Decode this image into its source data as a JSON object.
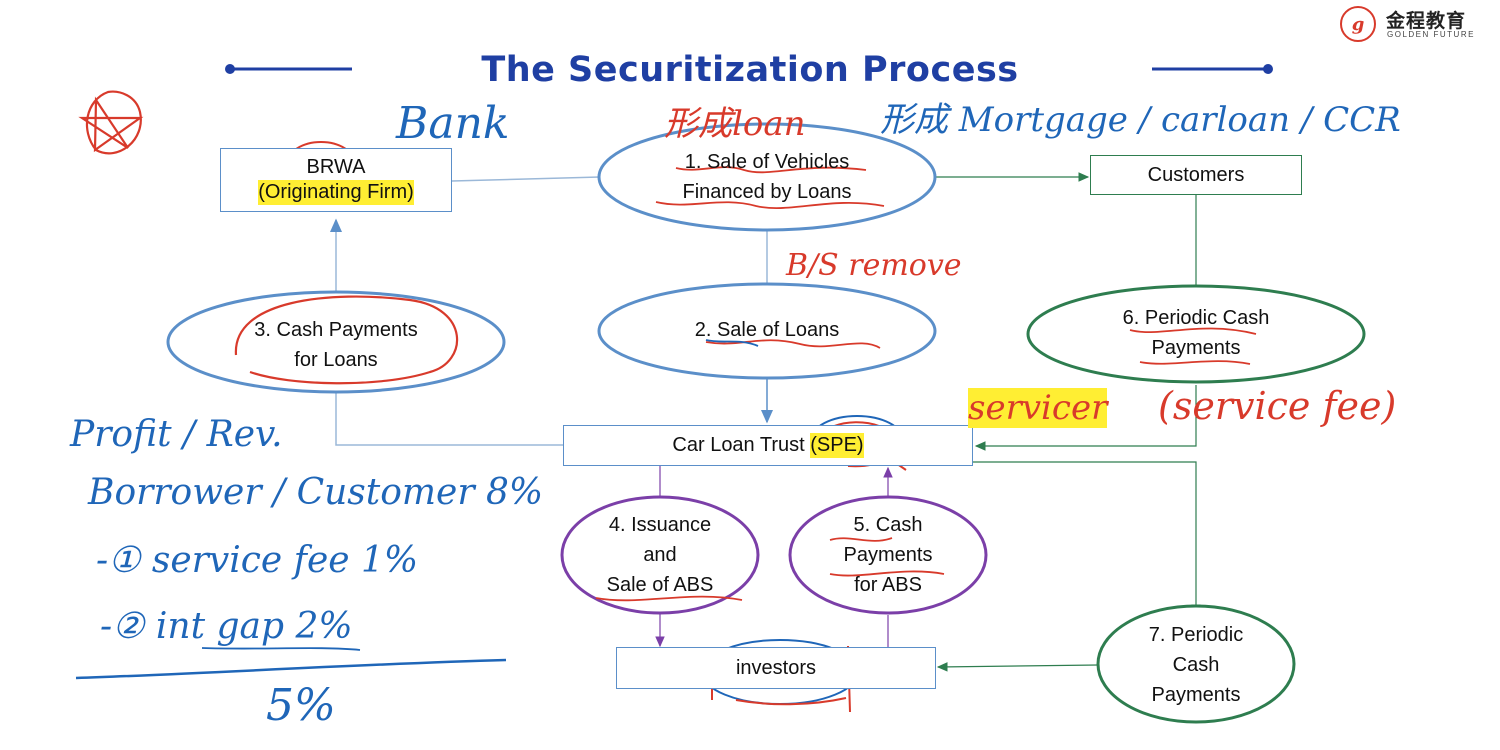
{
  "title": "The Securitization Process",
  "logo": {
    "cn": "金程教育",
    "en": "GOLDEN FUTURE"
  },
  "colors": {
    "title": "#1f3fa3",
    "blue_ellipse": "#5b8fc9",
    "green_ellipse": "#2e7d4f",
    "purple_ellipse": "#7b3fa8",
    "annotation_blue": "#1f66b8",
    "annotation_red": "#d83a2b",
    "highlight": "#ffee33"
  },
  "nodes": {
    "brwa": {
      "line1": "BRWA",
      "line2": "(Originating Firm)"
    },
    "customers": {
      "label": "Customers"
    },
    "trust": {
      "label_main": "Car Loan Trust ",
      "label_spe": "(SPE)"
    },
    "investors": {
      "label": "investors"
    }
  },
  "steps": {
    "s1": {
      "line1": "1. Sale of Vehicles",
      "line2": "Financed by Loans"
    },
    "s2": {
      "line1": "2. Sale of Loans"
    },
    "s3": {
      "line1": "3. Cash Payments",
      "line2": "for Loans"
    },
    "s4": {
      "line1": "4. Issuance",
      "line2": "and",
      "line3": "Sale of ABS"
    },
    "s5": {
      "line1": "5. Cash",
      "line2": "Payments",
      "line3": "for ABS"
    },
    "s6": {
      "line1": "6. Periodic Cash",
      "line2": "Payments"
    },
    "s7": {
      "line1": "7. Periodic",
      "line2": "Cash",
      "line3": "Payments"
    }
  },
  "annotations": {
    "bank": "Bank",
    "loan_cn": "形成loan",
    "mortgage": "形成 Mortgage / carloan / CCR",
    "bs_remove": "B/S remove",
    "servicer": "servicer",
    "service_fee": "(service fee)",
    "profit": "Profit / Rev.",
    "borrower": "Borrower / Customer 8%",
    "service_fee_line": "-① service fee 1%",
    "int_gap_line": "-② int gap 2%",
    "result": "5%"
  }
}
